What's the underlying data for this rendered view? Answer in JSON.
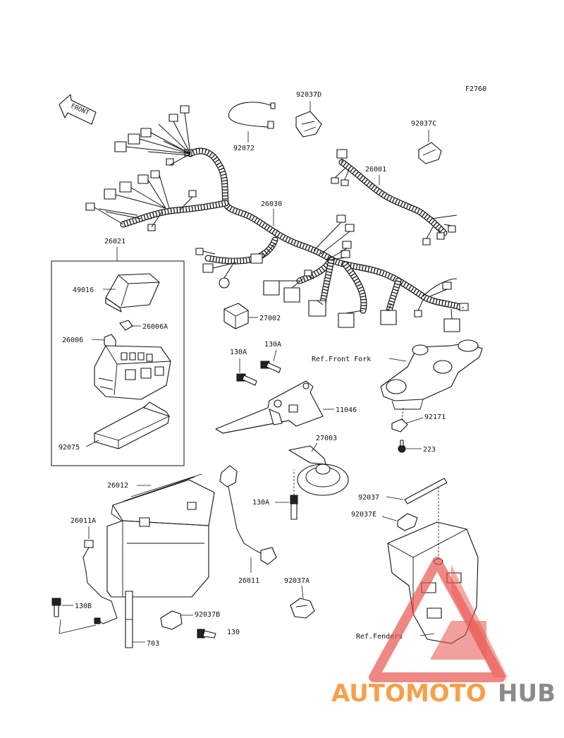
{
  "figure_code": "F2760",
  "front_label": "FRONT",
  "refs": {
    "front_fork": "Ref.Front Fork",
    "fenders": "Ref.Fenders"
  },
  "parts": {
    "p92037D": "92037D",
    "p92072": "92072",
    "p92037C": "92037C",
    "p26001": "26001",
    "p26030": "26030",
    "p26021": "26021",
    "p49016": "49016",
    "p26006A": "26006A",
    "p26006": "26006",
    "p92075": "92075",
    "p27002": "27002",
    "p130A_1": "130A",
    "p130A_2": "130A",
    "p11046": "11046",
    "p27003": "27003",
    "p92171": "92171",
    "p223": "223",
    "p26012": "26012",
    "p130A_3": "130A",
    "p92037": "92037",
    "p92037E": "92037E",
    "p26011A": "26011A",
    "p26011": "26011",
    "p92037A": "92037A",
    "p130B": "130B",
    "p92037B": "92037B",
    "p130": "130",
    "p703": "703"
  },
  "watermark": {
    "word_a": "AUTOMOTO",
    "word_b": "HUB",
    "color_a": "#f5a04a",
    "color_b": "#8a8a8a",
    "logo_color": "#e8504a"
  }
}
